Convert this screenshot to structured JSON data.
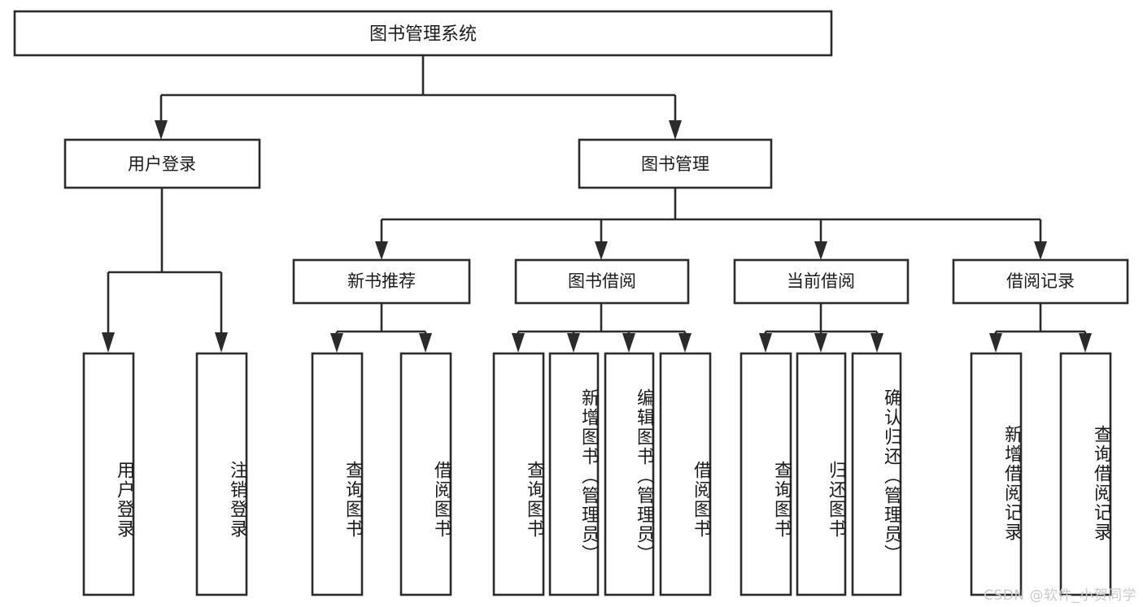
{
  "diagram": {
    "title": "图书管理系统",
    "type": "hierarchy-tree",
    "watermark": "CSDN @软件_小贺同学",
    "colors": {
      "stroke": "#2b2b2b",
      "fill": "#ffffff",
      "text": "#1a1a1a",
      "watermark": "#c9c9c9",
      "background": "#ffffff"
    },
    "levels": {
      "root": {
        "label": "图书管理系统"
      },
      "level2": [
        {
          "label": "用户登录"
        },
        {
          "label": "图书管理"
        }
      ],
      "level3": [
        {
          "label": "新书推荐"
        },
        {
          "label": "图书借阅"
        },
        {
          "label": "当前借阅"
        },
        {
          "label": "借阅记录"
        }
      ],
      "leaves": {
        "user_login": [
          {
            "label": "用户登录"
          },
          {
            "label": "注销登录"
          }
        ],
        "new_book_recommend": [
          {
            "label": "查询图书"
          },
          {
            "label": "借阅图书"
          }
        ],
        "book_borrow": [
          {
            "label": "查询图书"
          },
          {
            "label": "新增图书（管理员）"
          },
          {
            "label": "编辑图书（管理员）"
          },
          {
            "label": "借阅图书"
          }
        ],
        "current_borrow": [
          {
            "label": "查询图书"
          },
          {
            "label": "归还图书"
          },
          {
            "label": "确认归还（管理员）"
          }
        ],
        "borrow_record": [
          {
            "label": "新增借阅记录"
          },
          {
            "label": "查询借阅记录"
          }
        ]
      }
    }
  }
}
